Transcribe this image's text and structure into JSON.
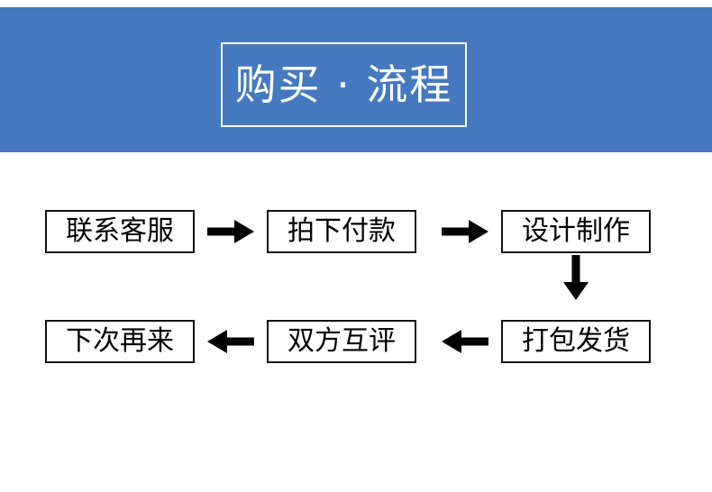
{
  "header": {
    "title": "购买 · 流程",
    "background_color": "#4579c0",
    "title_border_color": "#ffffff",
    "title_text_color": "#ffffff"
  },
  "flow": {
    "box_border_color": "#111111",
    "box_text_color": "#000000",
    "arrow_color": "#000000",
    "row1": {
      "steps": [
        {
          "label": "联系客服"
        },
        {
          "label": "拍下付款"
        },
        {
          "label": "设计制作"
        }
      ],
      "connectors": [
        {
          "icon": "arrow-right-icon"
        },
        {
          "icon": "arrow-right-icon"
        }
      ]
    },
    "row_connector": {
      "icon": "arrow-down-icon"
    },
    "row2": {
      "steps": [
        {
          "label": "下次再来"
        },
        {
          "label": "双方互评"
        },
        {
          "label": "打包发货"
        }
      ],
      "connectors": [
        {
          "icon": "arrow-left-icon"
        },
        {
          "icon": "arrow-left-icon"
        }
      ]
    }
  }
}
